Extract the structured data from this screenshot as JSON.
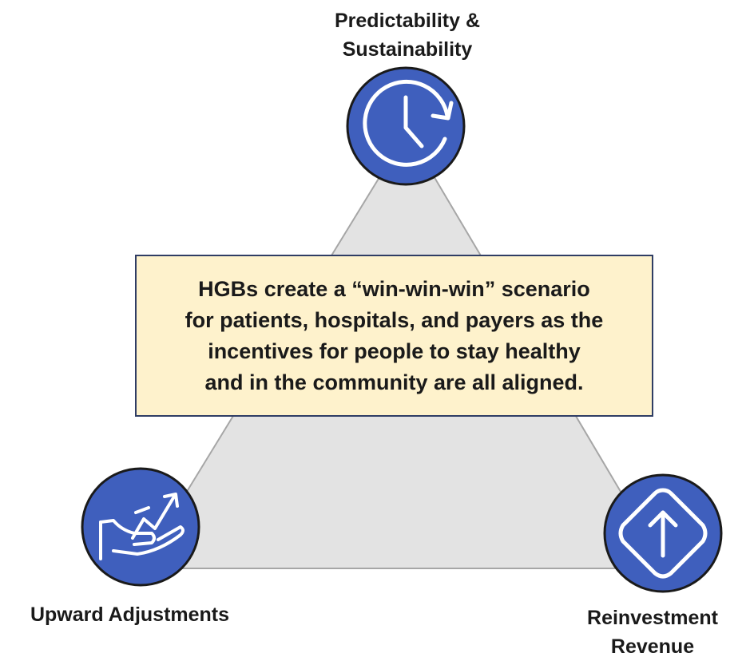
{
  "nodes": {
    "top": {
      "label_lines": [
        "Predictability &",
        "Sustainability"
      ],
      "icon": "clock-refresh-icon"
    },
    "bottom_left": {
      "label_lines": [
        "Upward Adjustments"
      ],
      "icon": "hand-rising-chart-icon"
    },
    "bottom_right": {
      "label_lines": [
        "Reinvestment",
        "Revenue"
      ],
      "icon": "diamond-up-arrow-icon"
    }
  },
  "callout": {
    "lines": [
      "HGBs create a “win-win-win” scenario",
      "for patients, hospitals, and payers as the",
      "incentives for people to stay healthy",
      "and in the community are all aligned."
    ]
  },
  "colors": {
    "circle_fill": "#3f5fbd",
    "circle_stroke": "#1a1a1a",
    "triangle_fill": "#e3e3e3",
    "triangle_stroke": "#a6a6a6",
    "callout_fill": "#fef2cc",
    "callout_border": "#2f3d64",
    "icon_line": "#ffffff"
  }
}
